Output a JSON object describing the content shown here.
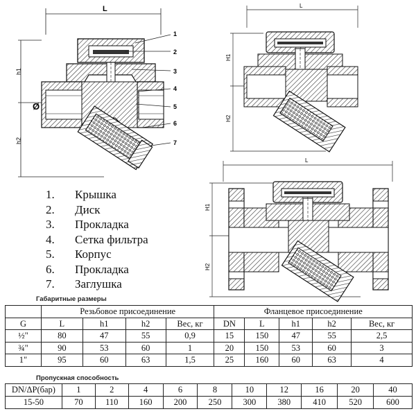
{
  "drawings": {
    "dim_L": "L",
    "dim_h1": "h1",
    "dim_h2": "h2",
    "dim_H1": "H1",
    "dim_H2": "H2",
    "diameter_symbol": "Ø",
    "callouts": [
      "1",
      "2",
      "3",
      "4",
      "5",
      "6",
      "7"
    ]
  },
  "parts_list": [
    {
      "num": "1.",
      "name": "Крышка"
    },
    {
      "num": "2.",
      "name": "Диск"
    },
    {
      "num": "3.",
      "name": "Прокладка"
    },
    {
      "num": "4.",
      "name": "Сетка фильтра"
    },
    {
      "num": "5.",
      "name": "Корпус"
    },
    {
      "num": "6.",
      "name": "Прокладка"
    },
    {
      "num": "7.",
      "name": "Заглушка"
    }
  ],
  "dimensions": {
    "title": "Габаритные размеры",
    "threaded_header": "Резьбовое присоединение",
    "flanged_header": "Фланцевое присоединение",
    "columns": [
      "G",
      "L",
      "h1",
      "h2",
      "Вес, кг",
      "DN",
      "L",
      "h1",
      "h2",
      "Вес, кг"
    ],
    "rows": [
      [
        "½\"",
        "80",
        "47",
        "55",
        "0,9",
        "15",
        "150",
        "47",
        "55",
        "2,5"
      ],
      [
        "¾\"",
        "90",
        "53",
        "60",
        "1",
        "20",
        "150",
        "53",
        "60",
        "3"
      ],
      [
        "1\"",
        "95",
        "60",
        "63",
        "1,5",
        "25",
        "160",
        "60",
        "63",
        "4"
      ]
    ]
  },
  "capacity": {
    "title": "Пропускная способность",
    "header_label": "DN/ΔP(бар)",
    "pressures": [
      "1",
      "2",
      "4",
      "6",
      "8",
      "10",
      "12",
      "16",
      "20",
      "40"
    ],
    "row_label": "15-50",
    "values": [
      "70",
      "110",
      "160",
      "200",
      "250",
      "300",
      "380",
      "410",
      "520",
      "600"
    ]
  }
}
